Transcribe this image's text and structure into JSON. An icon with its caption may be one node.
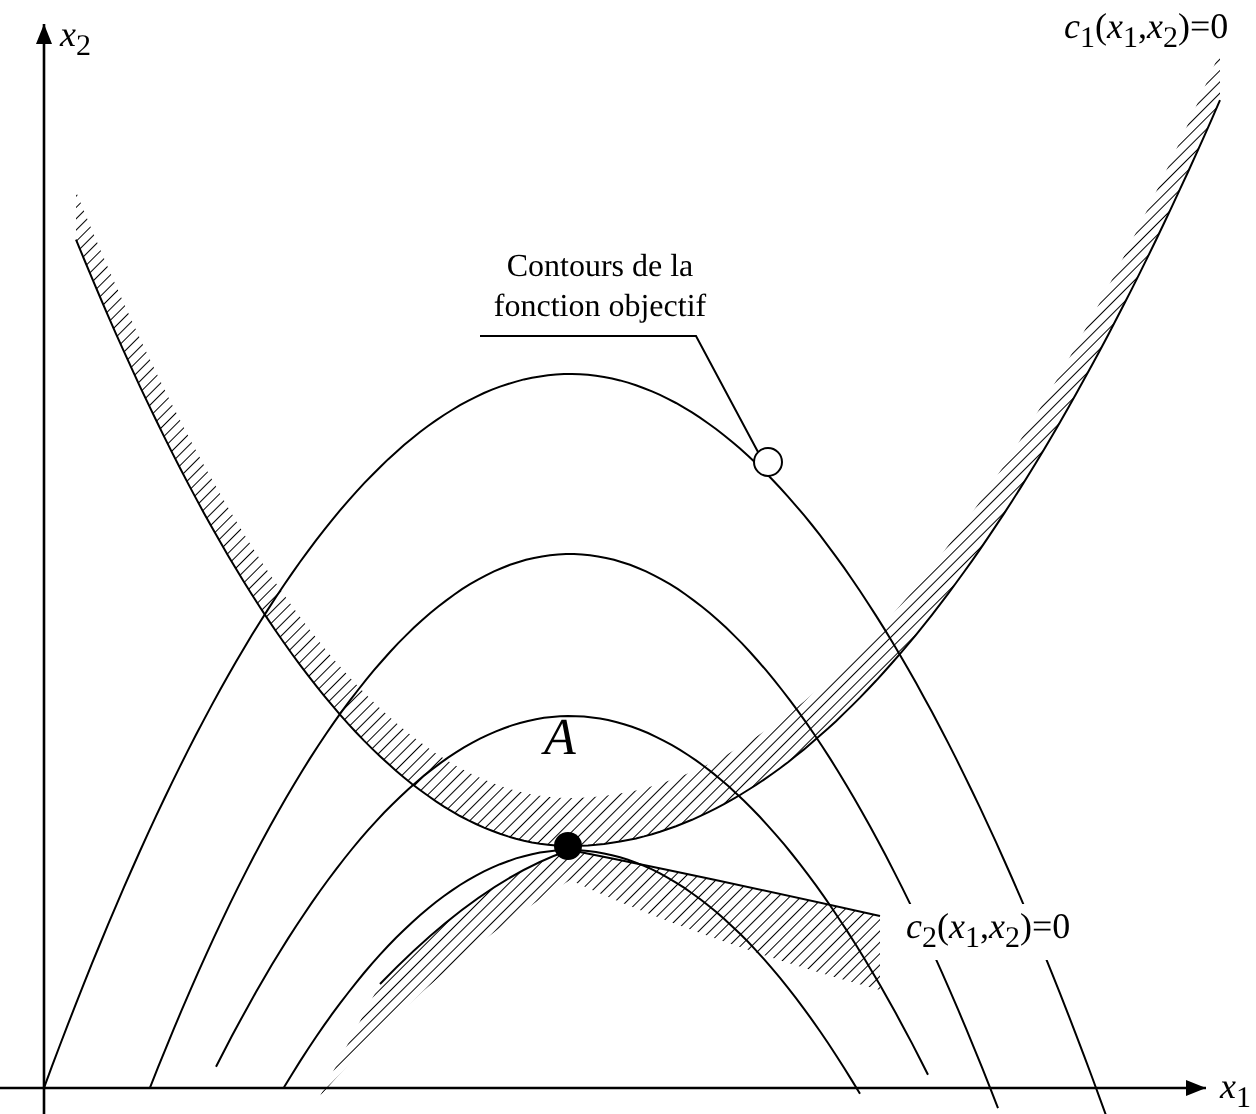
{
  "diagram": {
    "nodes": [
      {
        "text": [
          "Contours de la fonction objectif"
        ]
      },
      {
        "text": [],
        "shape": "circle"
      }
    ],
    "edges": [
      {
        "from": 0,
        "to": 1,
        "arrow": "none"
      }
    ],
    "labels": [
      "*x*$_{2}$",
      "*c*$_{1}$(*x*$_{1}$,*x*$_{2}$)=0",
      "*A*",
      "*c*$_{2}$(*x*$_{1}$,*x*$_{2}$)=0",
      "*x*$_{1}$"
    ]
  }
}
